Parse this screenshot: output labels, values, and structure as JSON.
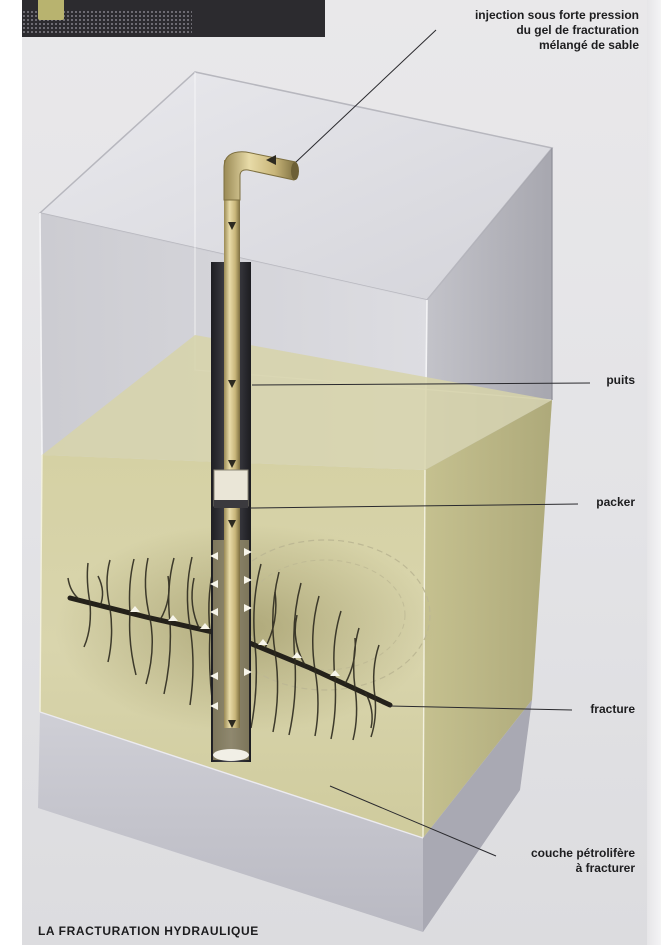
{
  "labels": {
    "injection": [
      "injection sous forte pression",
      "du gel de fracturation",
      "mélangé de sable"
    ],
    "puits": "puits",
    "packer": "packer",
    "fracture": "fracture",
    "couche": [
      "couche pétrolifère",
      "à fracturer"
    ]
  },
  "title": "LA FRACTURATION HYDRAULIQUE",
  "colors": {
    "page_background": "#e6e5e8",
    "banner": "#2c2b2f",
    "oil_layer": "#cfca98",
    "fracture": "#2d2a1a",
    "pipe": "#d8c58c",
    "text": "#1d1d1f"
  }
}
